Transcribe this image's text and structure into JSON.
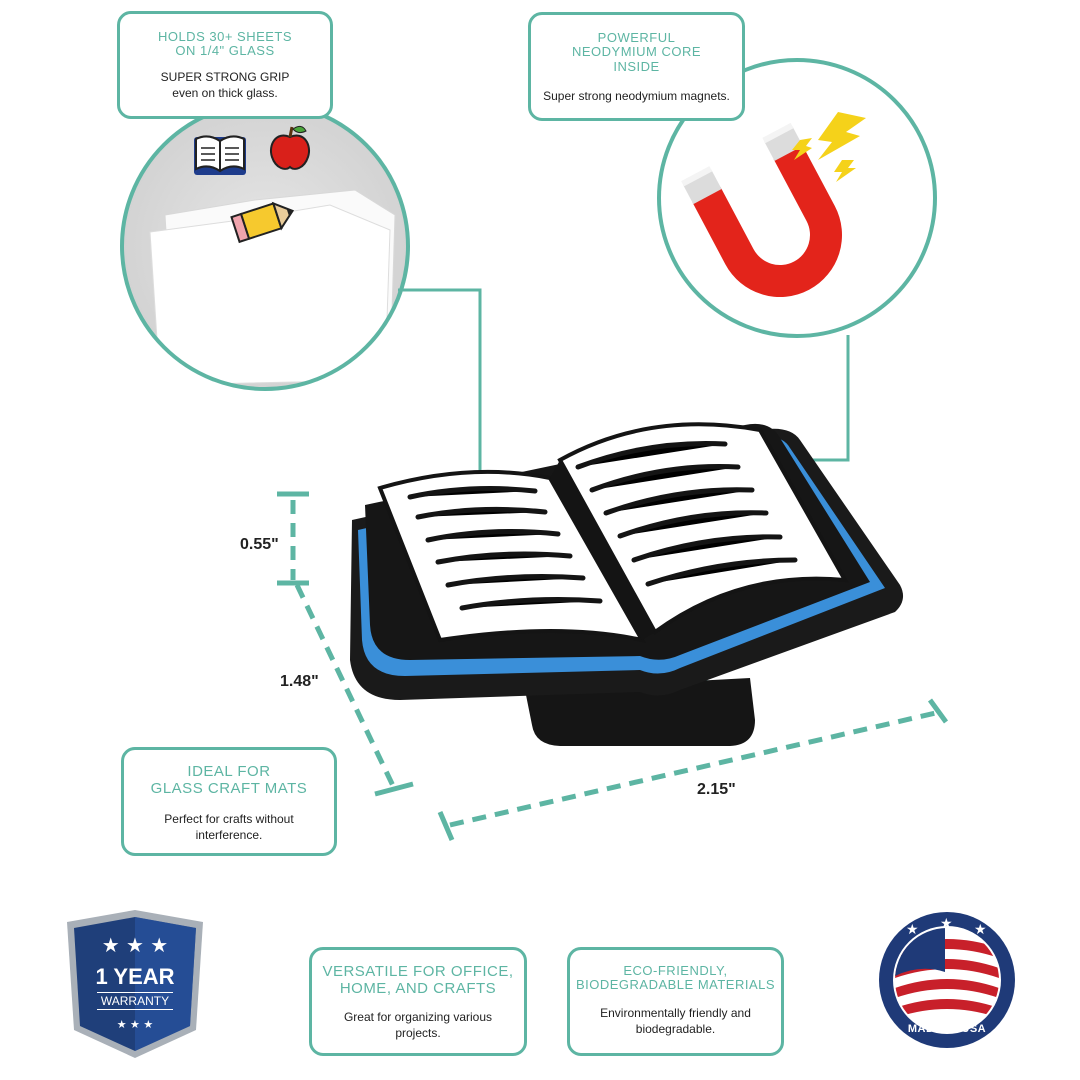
{
  "cards": {
    "holds": {
      "title": "Holds 30+ Sheets on 1/4\" Glass",
      "body_line1": "SUPER STRONG GRIP",
      "body_line2": "even on thick glass."
    },
    "power": {
      "title": "Powerful Neodymium Core Inside",
      "body": "Super strong neodymium magnets."
    },
    "ideal": {
      "title_line1": "Ideal for",
      "title_line2": "Glass Craft Mats",
      "body_line1": "Perfect for crafts without",
      "body_line2": "interference."
    },
    "versatile": {
      "title_line1": "Versatile for Office,",
      "title_line2": "Home, and Crafts",
      "body_line1": "Great for organizing various",
      "body_line2": "projects."
    },
    "eco": {
      "title_line1": "Eco-Friendly,",
      "title_line2": "Biodegradable Materials",
      "body_line1": "Environmentally friendly and",
      "body_line2": "biodegradable."
    }
  },
  "dimensions": {
    "height": "0.55\"",
    "depth": "1.48\"",
    "width": "2.15\""
  },
  "badges": {
    "warranty_line1": "1 YEAR",
    "warranty_line2": "WARRANTY",
    "usa": "MADE IN USA"
  },
  "colors": {
    "accent": "#5db5a3",
    "book_blue": "#3a8fd9",
    "magnet_red": "#e3241b",
    "shield_blue": "#1f3f7a",
    "badge_navy": "#1f3a78"
  },
  "icons": [
    "open-book-icon",
    "apple-icon",
    "pencil-icon",
    "horseshoe-magnet-icon",
    "lightning-icon",
    "warranty-shield-icon",
    "usa-flag-badge-icon"
  ]
}
